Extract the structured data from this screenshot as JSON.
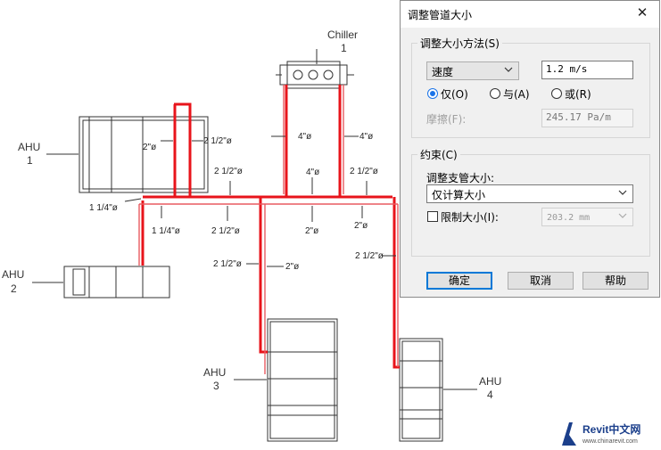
{
  "drawing": {
    "equipment": [
      {
        "id": "chiller",
        "line1": "Chiller",
        "line2": "1"
      },
      {
        "id": "ahu1",
        "line1": "AHU",
        "line2": "1"
      },
      {
        "id": "ahu2",
        "line1": "AHU",
        "line2": "2"
      },
      {
        "id": "ahu3",
        "line1": "AHU",
        "line2": "3"
      },
      {
        "id": "ahu4",
        "line1": "AHU",
        "line2": "4"
      }
    ],
    "size_labels": [
      "4\"ø",
      "4\"ø",
      "4\"ø",
      "2\"ø",
      "2 1/2\"ø",
      "2 1/2\"ø",
      "2 1/2\"ø",
      "1 1/4\"ø",
      "1 1/4\"ø",
      "2 1/2\"ø",
      "2\"ø",
      "2\"ø",
      "2 1/2\"ø",
      "2\"ø",
      "2 1/2\"ø"
    ],
    "pipe_color": "#e8141b",
    "selected_pipe_color": "#e8141b"
  },
  "dialog": {
    "title": "调整管道大小",
    "close_symbol": "✕",
    "method_group": {
      "title": "调整大小方法(S)",
      "method_selected": "速度",
      "method_value": "1.2 m/s",
      "radio_only": "仅(O)",
      "radio_and": "与(A)",
      "radio_or": "或(R)",
      "friction_label": "摩擦(F):",
      "friction_value": "245.17 Pa/m"
    },
    "constraint_group": {
      "title": "约束(C)",
      "branch_label": "调整支管大小:",
      "branch_selected": "仅计算大小",
      "limit_label": "限制大小(I):",
      "limit_value": "203.2 mm"
    },
    "buttons": {
      "ok": "确定",
      "cancel": "取消",
      "help": "帮助"
    }
  },
  "watermark": {
    "brand": "Revit中文网",
    "url": "www.chinarevit.com"
  }
}
